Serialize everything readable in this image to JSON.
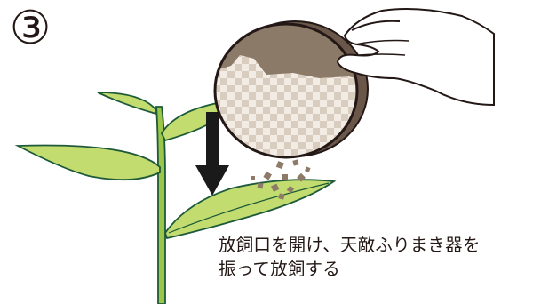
{
  "step": {
    "number": "③"
  },
  "caption": {
    "line1": "放飼口を開け、天敵ふりまき器を",
    "line2": "振って放飼する"
  },
  "colors": {
    "leaf": "#c3dc6f",
    "leaf_outline": "#1d5a3a",
    "stem": "#9cc64a",
    "arrow": "#1a1a1a",
    "dispenser_rim": "#4a3b32",
    "dispenser_dark": "#8c7a68",
    "checker_light": "#f2ece4",
    "checker_dark": "#d8cdbf",
    "particle": "#8d7a68"
  },
  "icons": [
    "plant-illustration",
    "down-arrow-icon",
    "hand-icon",
    "dispenser-icon",
    "particles"
  ]
}
